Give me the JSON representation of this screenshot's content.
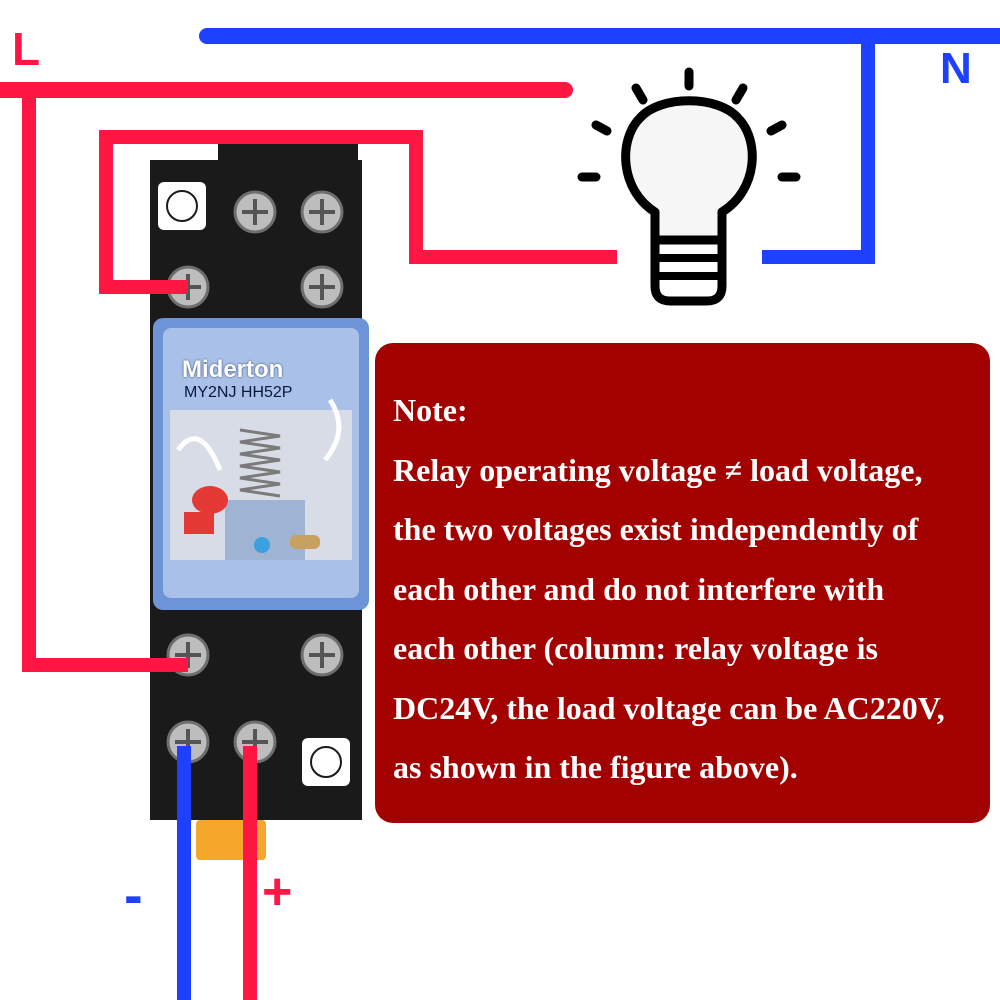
{
  "labels": {
    "line": "L",
    "neutral": "N",
    "minus": "-",
    "plus": "+"
  },
  "relay": {
    "brand": "Miderton",
    "model": "MY2NJ HH52P"
  },
  "note": {
    "title": "Note:",
    "lines": [
      "Relay operating voltage ≠ load voltage,",
      "the two voltages exist independently of",
      "each other and do not interfere with",
      "each other (column: relay voltage is",
      "DC24V, the load voltage can be AC220V,",
      "as shown in the figure above)."
    ]
  },
  "colors": {
    "live": "#ff1744",
    "neutral": "#1e40ff",
    "note_bg": "#a30000",
    "relay_base": "#1a1a1a",
    "relay_cover": "#6d94d6"
  },
  "icons": [
    "light-bulb-icon",
    "screw-terminal-icon",
    "relay-module-icon"
  ]
}
